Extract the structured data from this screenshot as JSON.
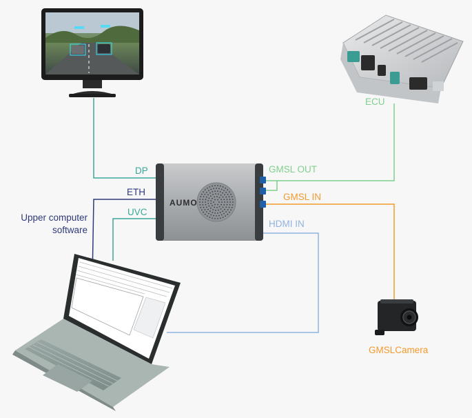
{
  "labels": {
    "dp": "DP",
    "eth": "ETH",
    "uvc": "UVC",
    "upper_computer_line1": "Upper computer",
    "upper_computer_line2": "software",
    "gmsl_out": "GMSL OUT",
    "gmsl_in": "GMSL IN",
    "hdmi_in": "HDMI IN",
    "ecu": "ECU",
    "gmsl_camera": "GMSLCamera",
    "device_brand": "AUMO"
  },
  "colors": {
    "dp": "#3aa79b",
    "eth": "#2e3a78",
    "uvc": "#3aa79b",
    "gmsl_out": "#7fcf8d",
    "gmsl_in": "#f39a2d",
    "hdmi_in": "#8fb3df",
    "upper_computer": "#2e3a78"
  }
}
